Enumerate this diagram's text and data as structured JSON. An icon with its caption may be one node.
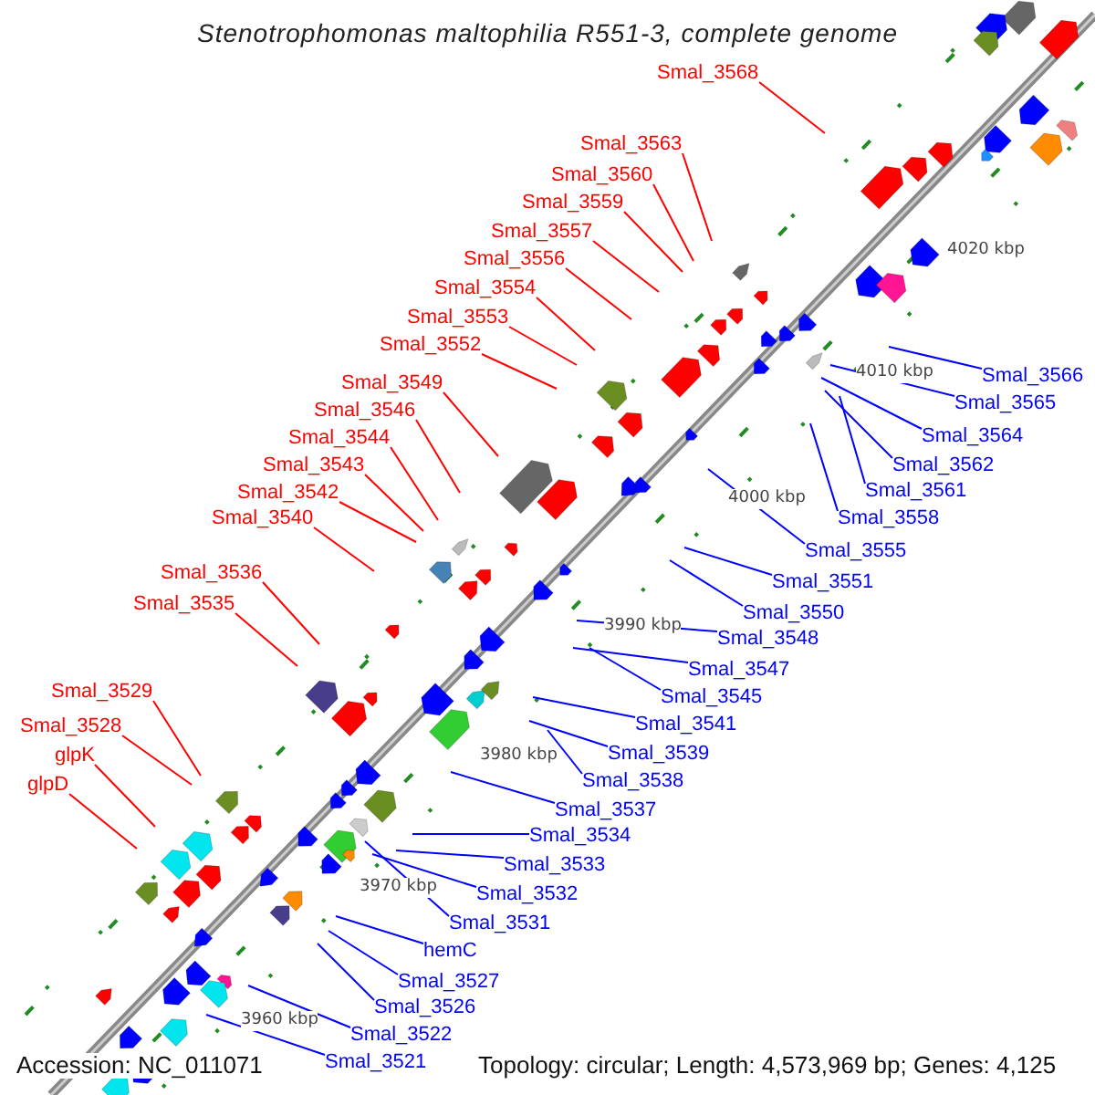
{
  "diagram": {
    "title": "Stenotrophomonas maltophilia R551-3, complete genome",
    "nodes": [
      {
        "text": [
          "Smal_3568"
        ]
      },
      {
        "text": [
          "Smal_3563"
        ]
      },
      {
        "text": [
          "Smal_3560"
        ]
      },
      {
        "text": [
          "Smal_3559"
        ]
      },
      {
        "text": [
          "Smal_3557"
        ]
      },
      {
        "text": [
          "Smal_3556"
        ]
      },
      {
        "text": [
          "Smal_3554"
        ]
      },
      {
        "text": [
          "Smal_3553"
        ]
      },
      {
        "text": [
          "Smal_3552"
        ]
      },
      {
        "text": [
          "Smal_3549"
        ]
      },
      {
        "text": [
          "Smal_3546"
        ]
      },
      {
        "text": [
          "Smal_3544"
        ]
      },
      {
        "text": [
          "Smal_3543"
        ]
      },
      {
        "text": [
          "Smal_3542"
        ]
      },
      {
        "text": [
          "Smal_3540"
        ]
      },
      {
        "text": [
          "Smal_3536"
        ]
      },
      {
        "text": [
          "Smal_3535"
        ]
      },
      {
        "text": [
          "Smal_3529"
        ]
      },
      {
        "text": [
          "Smal_3528"
        ]
      },
      {
        "text": [
          "glpK"
        ]
      },
      {
        "text": [
          "glpD"
        ]
      },
      {
        "text": [
          "Smal_3566"
        ]
      },
      {
        "text": [
          "Smal_3565"
        ]
      },
      {
        "text": [
          "Smal_3564"
        ]
      },
      {
        "text": [
          "Smal_3562"
        ]
      },
      {
        "text": [
          "Smal_3561"
        ]
      },
      {
        "text": [
          "Smal_3558"
        ]
      },
      {
        "text": [
          "Smal_3555"
        ]
      },
      {
        "text": [
          "Smal_3551"
        ]
      },
      {
        "text": [
          "Smal_3550"
        ]
      },
      {
        "text": [
          "Smal_3548"
        ]
      },
      {
        "text": [
          "Smal_3547"
        ]
      },
      {
        "text": [
          "Smal_3545"
        ]
      },
      {
        "text": [
          "Smal_3541"
        ]
      },
      {
        "text": [
          "Smal_3539"
        ]
      },
      {
        "text": [
          "Smal_3538"
        ]
      },
      {
        "text": [
          "Smal_3537"
        ]
      },
      {
        "text": [
          "Smal_3534"
        ]
      },
      {
        "text": [
          "Smal_3533"
        ]
      },
      {
        "text": [
          "Smal_3532"
        ]
      },
      {
        "text": [
          "Smal_3531"
        ]
      },
      {
        "text": [
          "hemC"
        ]
      },
      {
        "text": [
          "Smal_3527"
        ]
      },
      {
        "text": [
          "Smal_3526"
        ]
      },
      {
        "text": [
          "Smal_3522"
        ]
      },
      {
        "text": [
          "Smal_3521"
        ]
      }
    ],
    "edges": [
      {
        "from": 0,
        "to": null,
        "arrow": "none",
        "color": "#ff0000"
      },
      {
        "from": 1,
        "to": null,
        "arrow": "none",
        "color": "#ff0000"
      },
      {
        "from": 2,
        "to": null,
        "arrow": "none",
        "color": "#ff0000"
      },
      {
        "from": 3,
        "to": null,
        "arrow": "none",
        "color": "#ff0000"
      },
      {
        "from": 4,
        "to": null,
        "arrow": "none",
        "color": "#ff0000"
      },
      {
        "from": 5,
        "to": null,
        "arrow": "none",
        "color": "#ff0000"
      },
      {
        "from": 6,
        "to": null,
        "arrow": "none",
        "color": "#ff0000"
      },
      {
        "from": 7,
        "to": null,
        "arrow": "none",
        "color": "#ff0000"
      },
      {
        "from": 8,
        "to": null,
        "arrow": "none",
        "color": "#ff0000"
      },
      {
        "from": 9,
        "to": null,
        "arrow": "none",
        "color": "#ff0000"
      },
      {
        "from": 10,
        "to": null,
        "arrow": "none",
        "color": "#ff0000"
      },
      {
        "from": 11,
        "to": null,
        "arrow": "none",
        "color": "#ff0000"
      },
      {
        "from": 12,
        "to": null,
        "arrow": "none",
        "color": "#ff0000"
      },
      {
        "from": 13,
        "to": null,
        "arrow": "none",
        "color": "#ff0000"
      },
      {
        "from": 14,
        "to": null,
        "arrow": "none",
        "color": "#ff0000"
      },
      {
        "from": 15,
        "to": null,
        "arrow": "none",
        "color": "#ff0000"
      },
      {
        "from": 16,
        "to": null,
        "arrow": "none",
        "color": "#ff0000"
      },
      {
        "from": 17,
        "to": null,
        "arrow": "none",
        "color": "#ff0000"
      },
      {
        "from": 18,
        "to": null,
        "arrow": "none",
        "color": "#ff0000"
      },
      {
        "from": 19,
        "to": null,
        "arrow": "none",
        "color": "#ff0000"
      },
      {
        "from": 20,
        "to": null,
        "arrow": "none",
        "color": "#ff0000"
      },
      {
        "from": 21,
        "to": null,
        "arrow": "none",
        "color": "#0000ff"
      },
      {
        "from": 22,
        "to": null,
        "arrow": "none",
        "color": "#0000ff"
      },
      {
        "from": 23,
        "to": null,
        "arrow": "none",
        "color": "#0000ff"
      },
      {
        "from": 24,
        "to": null,
        "arrow": "none",
        "color": "#0000ff"
      },
      {
        "from": 25,
        "to": null,
        "arrow": "none",
        "color": "#0000ff"
      },
      {
        "from": 26,
        "to": null,
        "arrow": "none",
        "color": "#0000ff"
      },
      {
        "from": 27,
        "to": null,
        "arrow": "none",
        "color": "#0000ff"
      },
      {
        "from": 28,
        "to": null,
        "arrow": "none",
        "color": "#0000ff"
      },
      {
        "from": 29,
        "to": null,
        "arrow": "none",
        "color": "#0000ff"
      },
      {
        "from": 30,
        "to": null,
        "arrow": "none",
        "color": "#0000ff"
      },
      {
        "from": 31,
        "to": null,
        "arrow": "none",
        "color": "#0000ff"
      },
      {
        "from": 32,
        "to": null,
        "arrow": "none",
        "color": "#0000ff"
      },
      {
        "from": 33,
        "to": null,
        "arrow": "none",
        "color": "#0000ff"
      },
      {
        "from": 34,
        "to": null,
        "arrow": "none",
        "color": "#0000ff"
      },
      {
        "from": 35,
        "to": null,
        "arrow": "none",
        "color": "#0000ff"
      },
      {
        "from": 36,
        "to": null,
        "arrow": "none",
        "color": "#0000ff"
      },
      {
        "from": 37,
        "to": null,
        "arrow": "none",
        "color": "#0000ff"
      },
      {
        "from": 38,
        "to": null,
        "arrow": "none",
        "color": "#0000ff"
      },
      {
        "from": 39,
        "to": null,
        "arrow": "none",
        "color": "#0000ff"
      },
      {
        "from": 40,
        "to": null,
        "arrow": "none",
        "color": "#0000ff"
      },
      {
        "from": 41,
        "to": null,
        "arrow": "none",
        "color": "#0000ff"
      },
      {
        "from": 42,
        "to": null,
        "arrow": "none",
        "color": "#0000ff"
      },
      {
        "from": 43,
        "to": null,
        "arrow": "none",
        "color": "#0000ff"
      },
      {
        "from": 44,
        "to": null,
        "arrow": "none",
        "color": "#0000ff"
      },
      {
        "from": 45,
        "to": null,
        "arrow": "none",
        "color": "#0000ff"
      }
    ],
    "labels": [
      "4020 kbp",
      "4010 kbp",
      "4000 kbp",
      "3990 kbp",
      "3980 kbp",
      "3970 kbp",
      "3960 kbp",
      "Accession: NC_011071",
      "Topology: circular; Length: 4,573,969 bp; Genes: 4,125"
    ]
  }
}
